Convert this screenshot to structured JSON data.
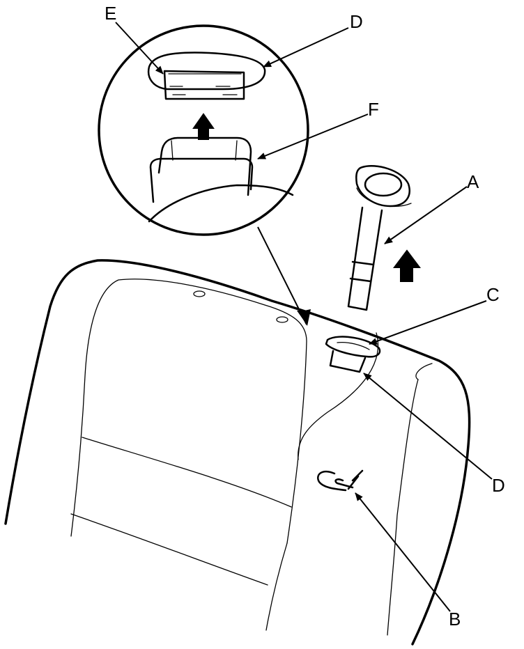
{
  "labels": {
    "A": "A",
    "B": "B",
    "C": "C",
    "D_upper": "D",
    "D_lower": "D",
    "E": "E",
    "F": "F"
  }
}
